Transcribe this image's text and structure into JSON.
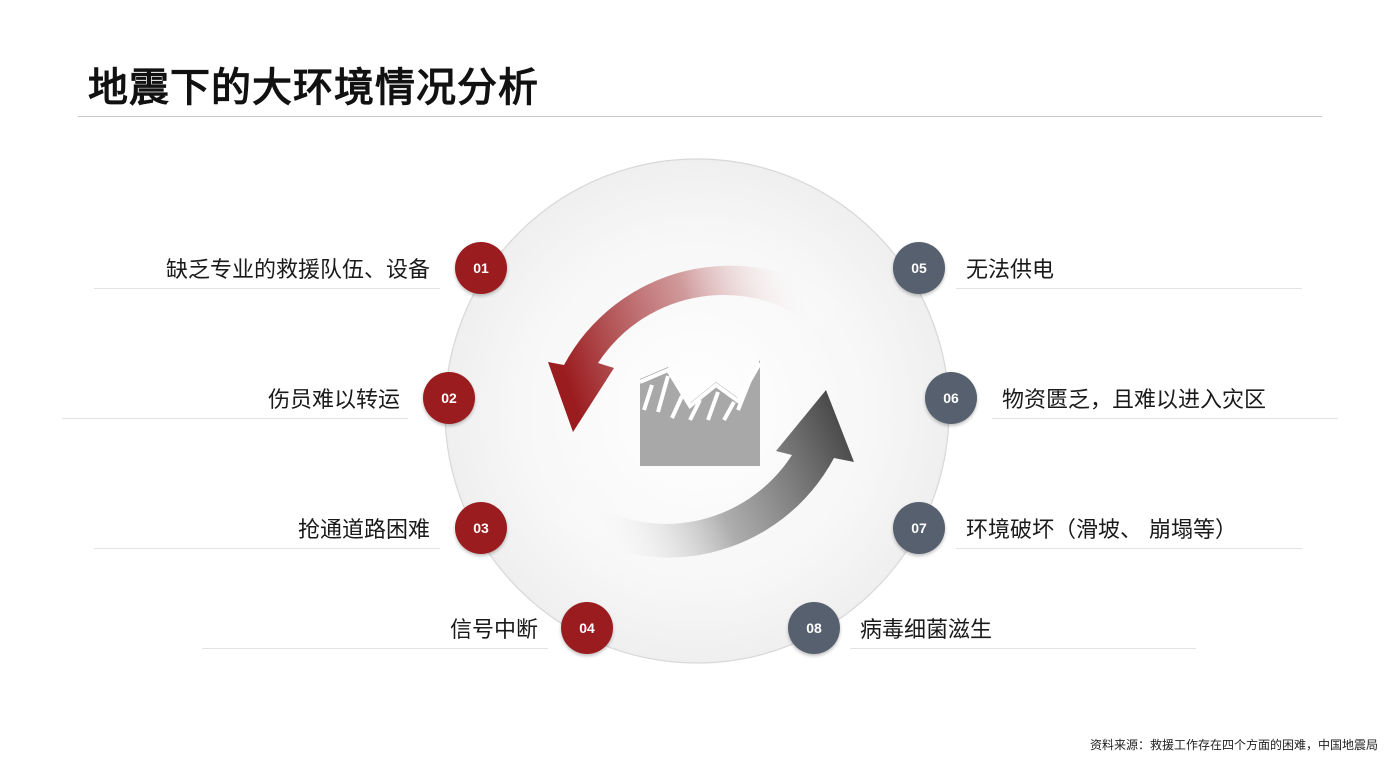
{
  "title": "地震下的大环境情况分析",
  "colors": {
    "red": "#9b1c1f",
    "slate": "#56606e",
    "icon_gray": "#a8a8a8"
  },
  "center_icon": "chart-icon",
  "items": [
    {
      "number": "01",
      "label": "缺乏专业的救援队伍、设备"
    },
    {
      "number": "02",
      "label": "伤员难以转运"
    },
    {
      "number": "03",
      "label": "抢通道路困难"
    },
    {
      "number": "04",
      "label": "信号中断"
    },
    {
      "number": "05",
      "label": "无法供电"
    },
    {
      "number": "06",
      "label": "物资匮乏，且难以进入灾区"
    },
    {
      "number": "07",
      "label": "环境破坏（滑坡、 崩塌等）"
    },
    {
      "number": "08",
      "label": "病毒细菌滋生"
    }
  ],
  "source": "资料来源：救援工作存在四个方面的困难，中国地震局"
}
